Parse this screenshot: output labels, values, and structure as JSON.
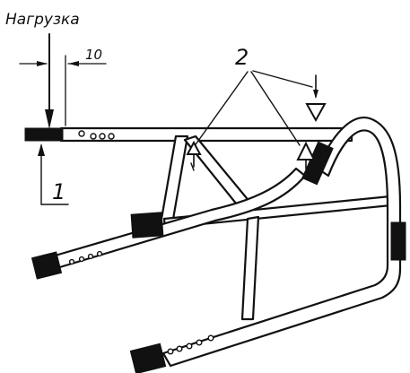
{
  "labels": {
    "load": "Нагрузка",
    "dimension": "10",
    "callout_1": "1",
    "callout_2": "2"
  },
  "colors": {
    "ink": "#111111",
    "background": "#ffffff"
  }
}
